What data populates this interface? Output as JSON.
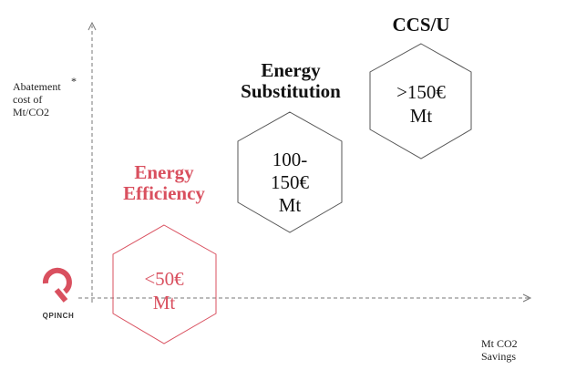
{
  "axes": {
    "y_label_lines": [
      "Abatement",
      "cost of",
      "Mt/CO2"
    ],
    "y_label_asterisk": "*",
    "x_label_lines": [
      "Mt CO2",
      "Savings"
    ]
  },
  "brand": {
    "name": "QPINCH",
    "color": "#d9505f"
  },
  "items": [
    {
      "title_lines": [
        "Energy",
        "Efficiency"
      ],
      "value_lines": [
        "<50€",
        "Mt"
      ],
      "color": "#d9505f"
    },
    {
      "title_lines": [
        "Energy",
        "Substitution"
      ],
      "value_lines": [
        "100-",
        "150€",
        "Mt"
      ],
      "color": "#222222"
    },
    {
      "title_lines": [
        "CCS/U"
      ],
      "value_lines": [
        ">150€",
        "Mt"
      ],
      "color": "#222222"
    }
  ]
}
